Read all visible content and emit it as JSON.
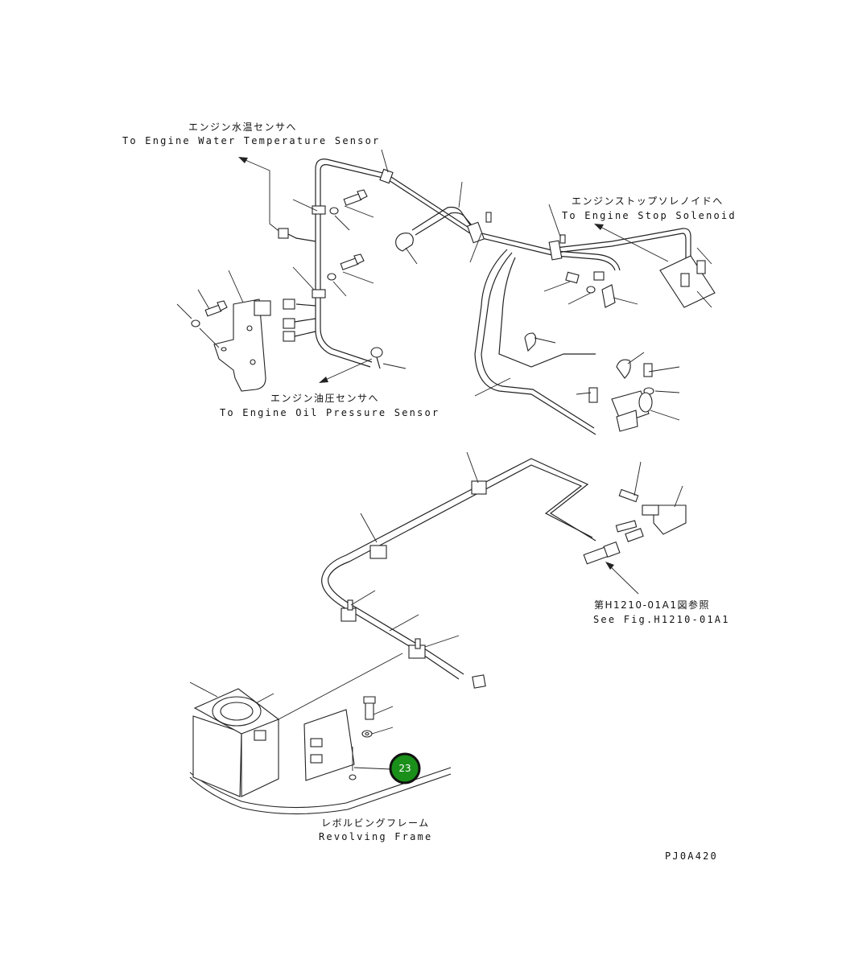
{
  "labels": {
    "water_temp_jp": "エンジン水温センサへ",
    "water_temp_en": "To Engine Water Temperature Sensor",
    "stop_solenoid_jp": "エンジンストップソレノイドへ",
    "stop_solenoid_en": "To Engine Stop Solenoid",
    "oil_pressure_jp": "エンジン油圧センサへ",
    "oil_pressure_en": "To Engine Oil Pressure Sensor",
    "see_fig_jp": "第H1210-01A1図参照",
    "see_fig_en": "See Fig.H1210-01A1",
    "frame_jp": "レボルビングフレーム",
    "frame_en": "Revolving Frame",
    "drawing_code": "PJ0A420"
  },
  "callout": {
    "number": "23",
    "color": "#1a8f1a"
  }
}
